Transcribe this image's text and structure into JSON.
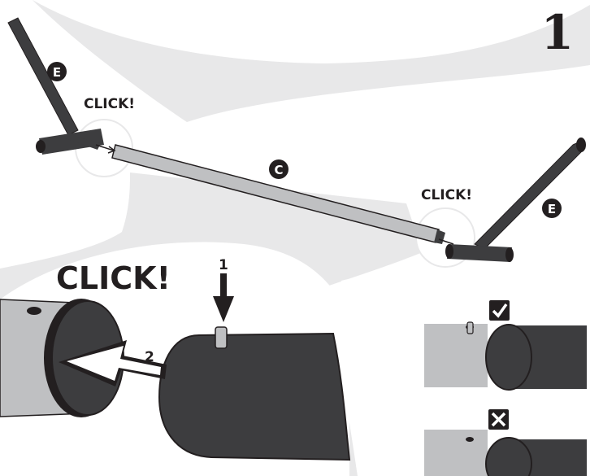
{
  "step_number": "1",
  "labels": {
    "click_small_left": "CLICK!",
    "click_small_right": "CLICK!",
    "click_big": "CLICK!",
    "arrow_1": "1",
    "arrow_2": "2"
  },
  "parts": {
    "leg_left": "E",
    "leg_right": "E",
    "crossbar": "C"
  },
  "checks": {
    "correct_icon": "checkmark-icon",
    "incorrect_icon": "cross-icon"
  },
  "colors": {
    "background": "#ffffff",
    "panel": "#e8e8e9",
    "dark_tube": "#3d3d3f",
    "light_tube": "#bfc0c2",
    "ink": "#231f20"
  }
}
